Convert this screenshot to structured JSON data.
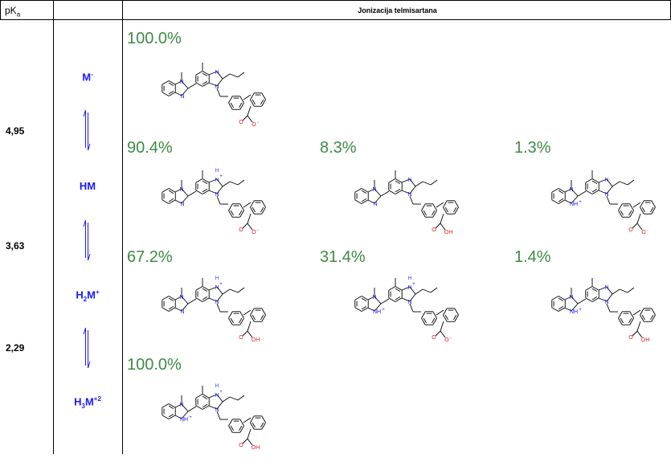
{
  "header": {
    "pka_label": "pK",
    "pka_sub": "a",
    "title": "Jonizacija telmisartana"
  },
  "pka_values": [
    "4,95",
    "3,63",
    "2,29"
  ],
  "species": [
    {
      "base": "M",
      "sub": "",
      "sup": "-"
    },
    {
      "base": "HM",
      "sub": "",
      "sup": ""
    },
    {
      "base": "H",
      "sub": "2",
      "base2": "M",
      "sup": "+"
    },
    {
      "base": "H",
      "sub": "3",
      "base2": "M",
      "sup": "+2"
    }
  ],
  "rows": [
    {
      "items": [
        {
          "pct": "100.0%"
        }
      ]
    },
    {
      "items": [
        {
          "pct": "90.4%"
        },
        {
          "pct": "8.3%"
        },
        {
          "pct": "1.3%"
        }
      ]
    },
    {
      "items": [
        {
          "pct": "67.2%"
        },
        {
          "pct": "31.4%"
        },
        {
          "pct": "1.4%"
        }
      ]
    },
    {
      "items": [
        {
          "pct": "100.0%"
        }
      ]
    }
  ],
  "atoms": {
    "n": "N",
    "h": "H",
    "nh": "NH",
    "o": "O",
    "oh": "OH",
    "plus": "+",
    "minus": "-"
  },
  "colors": {
    "pct": "#3d8b45",
    "species": "#1a1aff",
    "nitrogen": "#1a1aff",
    "oxygen": "#e02020"
  }
}
